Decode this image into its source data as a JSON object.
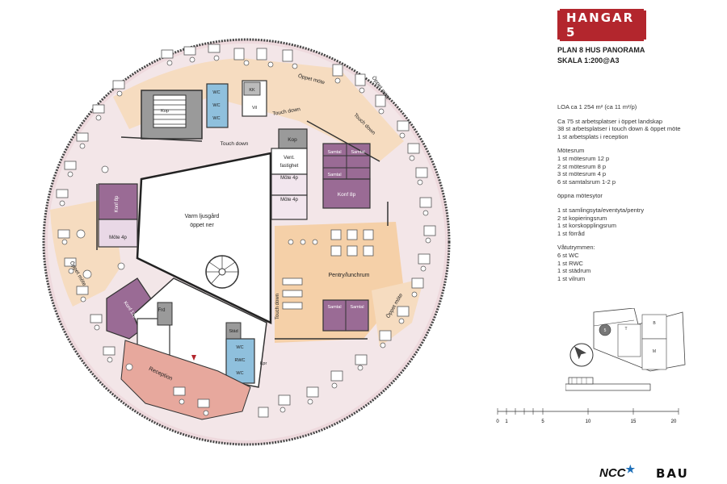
{
  "logo": {
    "text": "HANGAR 5",
    "color": "#b3262d"
  },
  "title": {
    "line1": "PLAN 8 HUS PANORAMA",
    "line2": "SKALA 1:200@A3"
  },
  "info": {
    "area": "LOA ca 1 254 m² (ca 11 m²/p)",
    "workplaces": [
      "Ca 75 st arbetsplatser i öppet landskap",
      "38 st arbetsplatser i touch down & öppet möte",
      "1 st arbetsplats i reception"
    ],
    "meeting_header": "Mötesrum",
    "meeting": [
      "1 st mötesrum 12 p",
      "2 st mötesrum 8 p",
      "3 st mötesrum 4 p",
      "6 st samtalsrum 1-2 p"
    ],
    "open_header": "öppna mötesytor",
    "open": [
      "1 st samlingsyta/eventyta/pentry",
      "2 st kopieringsrum",
      "1 st korskopplingsrum",
      "1 st förråd"
    ],
    "wet_header": "Våtutrymmen:",
    "wet": [
      "6 st WC",
      "1 st RWC",
      "1 st städrum",
      "1 st vilrum"
    ]
  },
  "rooms": {
    "atrium": "Varm ljusgård",
    "atrium2": "öppet ner",
    "kop_top": "Kop",
    "vent1": "Vent.",
    "vent2": "fastighet",
    "mote4p_a": "Möte 4p",
    "mote4p_b": "Möte 4p",
    "mote4p_c": "Möte 4p",
    "konf8p_left": "Konf 8p",
    "konf8p_right": "Konf 8p",
    "konf12p": "Konf 12p",
    "samtal": "Samtal",
    "pentry": "Pentry/lunchrum",
    "touchdown": "Touch down",
    "oppet_mote": "Öppet möte",
    "reception": "Reception",
    "frd": "Frd",
    "wc": "WC",
    "rwc": "RWC",
    "kk": "KK",
    "vil": "Vil",
    "stad": "Städ",
    "kpr": "Kpr",
    "kop2": "Kop"
  },
  "keymap": {
    "labels": [
      "5",
      "T",
      "B",
      "M"
    ]
  },
  "scale": {
    "ticks": [
      "0",
      "1",
      "5",
      "10",
      "15",
      "20"
    ]
  },
  "brand": {
    "ncc": "NCC",
    "bau": "BAU"
  },
  "colors": {
    "ring_pink": "#eed9dd",
    "orange": "#f5d8b5",
    "purple": "#9a6b95",
    "blue": "#8fc0dd",
    "salmon": "#e7a89d",
    "red": "#b3262d"
  }
}
